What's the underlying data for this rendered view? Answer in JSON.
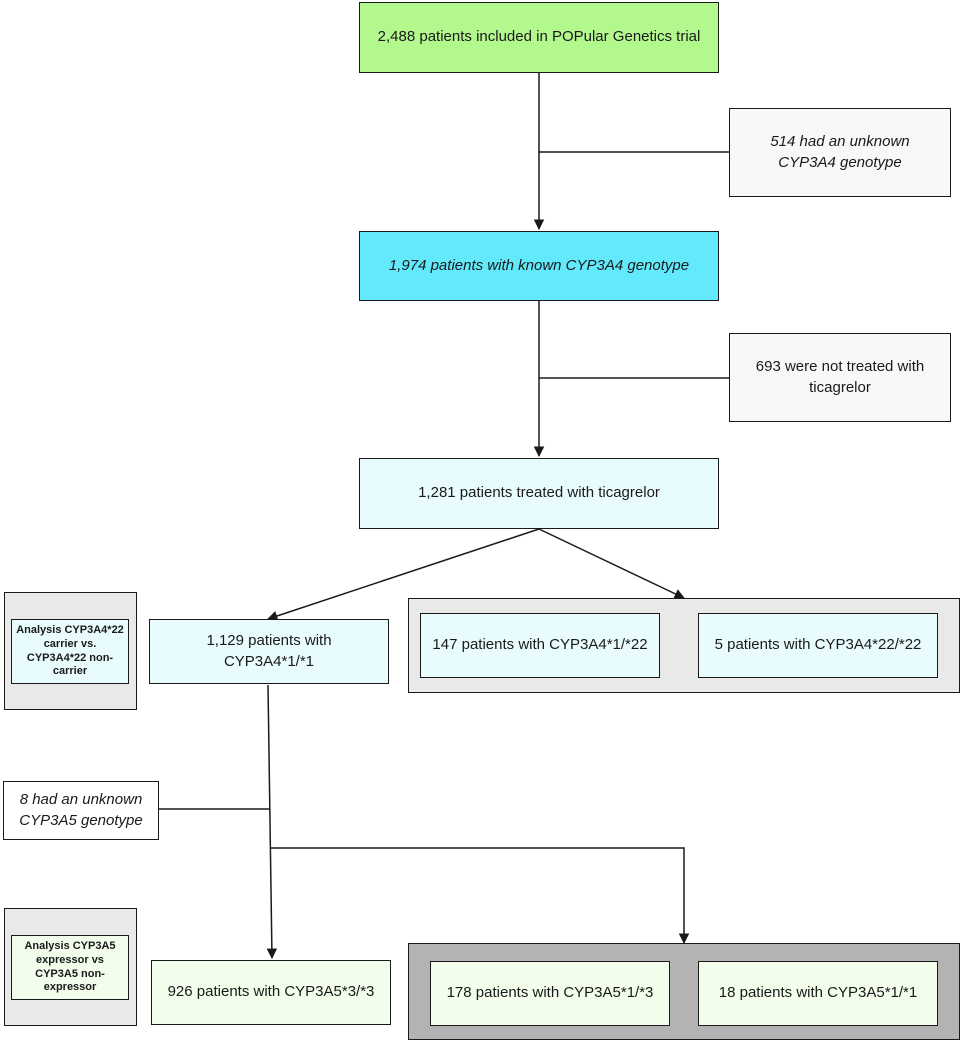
{
  "colors": {
    "green": "#b2f88d",
    "cyan": "#62eafc",
    "light_cyan": "#e8fbfd",
    "light_green": "#f2fdec",
    "light_gray": "#f8f8f8",
    "group_gray": "#e9e9e9",
    "group_dark": "#b3b3b3",
    "stroke": "#1a1a1a"
  },
  "nodes": {
    "included": "2,488 patients included in POPular Genetics trial",
    "unknown_cyp3a4": "514 had an unknown CYP3A4 genotype",
    "known_cyp3a4": "1,974 patients with known CYP3A4  genotype",
    "not_treated": "693 were not treated with ticagrelor",
    "treated": "1,281 patients treated with ticagrelor",
    "cyp3a4_1_1": "1,129 patients with CYP3A4*1/*1",
    "cyp3a4_1_22": "147 patients with CYP3A4*1/*22",
    "cyp3a4_22_22": "5 patients with CYP3A4*22/*22",
    "analysis_cyp3a4": "Analysis CYP3A4*22 carrier vs.  CYP3A4*22 non-carrier",
    "unknown_cyp3a5": "8 had an unknown CYP3A5 genotype",
    "analysis_cyp3a5": "Analysis CYP3A5 expressor vs CYP3A5 non-expressor",
    "cyp3a5_3_3": "926 patients with CYP3A5*3/*3",
    "cyp3a5_1_3": "178 patients with CYP3A5*1/*3",
    "cyp3a5_1_1": "18 patients with CYP3A5*1/*1"
  }
}
